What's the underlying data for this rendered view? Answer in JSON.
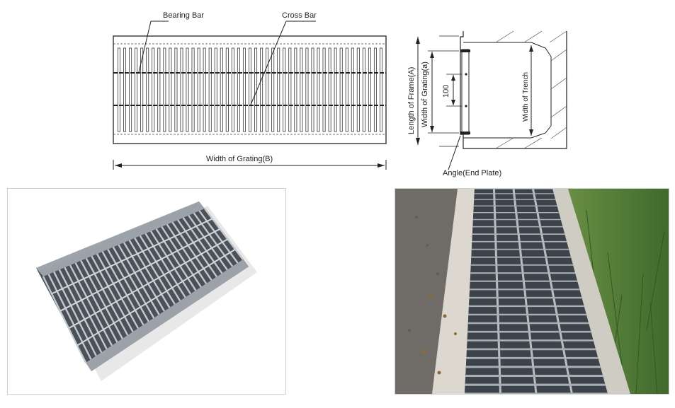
{
  "labels": {
    "bearing_bar": "Bearing Bar",
    "cross_bar": "Cross Bar",
    "width_of_grating_b": "Width of Grating(B)",
    "length_of_frame": "Length of Frame(A)",
    "width_of_grating_a": "Width of Grating(a)",
    "dim_100": "100",
    "width_of_trench": "Width of Trench",
    "angle_end_plate": "Angle(End Plate)"
  },
  "colors": {
    "line": "#222222",
    "steel": "#7a8088",
    "steel_dark": "#3f454c",
    "asphalt": "#6d6a66",
    "curb": "#d9d6cf",
    "grass": "#4d7a35"
  }
}
